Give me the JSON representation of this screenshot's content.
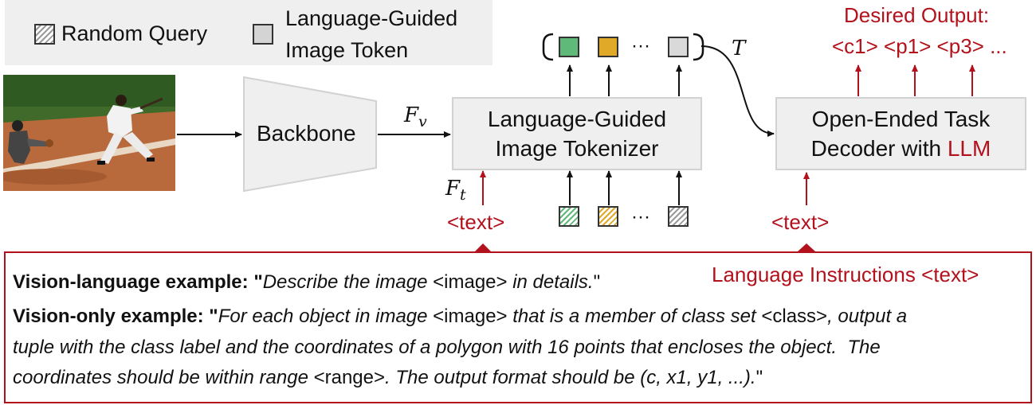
{
  "legend": {
    "random_query": "Random Query",
    "guided_token_line1": "Language-Guided",
    "guided_token_line2": "Image Token"
  },
  "backbone_label": "Backbone",
  "feature_v": {
    "symbol": "F",
    "subscript": "v"
  },
  "feature_t": {
    "symbol": "F",
    "subscript": "t"
  },
  "tokenizer": {
    "line1": "Language-Guided",
    "line2": "Image Tokenizer"
  },
  "token_T": "T",
  "ellipsis": "···",
  "decoder": {
    "line1": "Open-Ended Task",
    "line2_prefix": "Decoder with ",
    "line2_llm": "LLM"
  },
  "text_tag_left": "<text>",
  "text_tag_right": "<text>",
  "desired_output": {
    "title": "Desired Output:",
    "tokens": "<c1> <p1> <p3> ..."
  },
  "language_instructions": "Language Instructions <text>",
  "examples": {
    "vl_label": "Vision-language example: ",
    "vl_q1": "\"",
    "vl_it1": "Describe the image",
    "vl_tok1": " <image> ",
    "vl_it2": "in details.",
    "vl_q2": "\"",
    "vo_label": "Vision-only example: ",
    "vo_q1": "\"",
    "vo_it1": "For each object in image",
    "vo_tok1": " <image> ",
    "vo_it2": "that is a member of class set",
    "vo_tok2": " <class>",
    "vo_it3": ", output a",
    "vo_line2": "tuple with the class label and the coordinates of a polygon with 16 points that encloses the object.  The",
    "vo_it4": "coordinates should be within range",
    "vo_tok3": " <range>",
    "vo_it5": ". The output format should be (c, x1, y1, ...).",
    "vo_q2": "\""
  },
  "colors": {
    "accent_red": "#b3121c",
    "token_green": "#5fba7a",
    "token_gold": "#e1a928",
    "token_grey": "#d9d9d9",
    "box_fill": "#efefef"
  },
  "icons": [
    "baseball-photo",
    "hatched-query-icon",
    "image-token-icon"
  ]
}
